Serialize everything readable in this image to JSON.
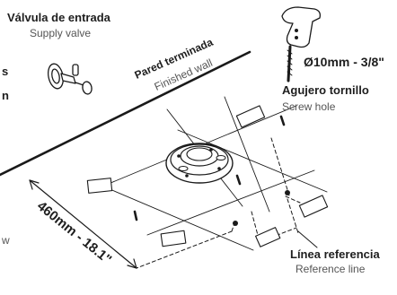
{
  "labels": {
    "supply_valve_es": "Válvula de entrada",
    "supply_valve_en": "Supply valve",
    "finished_wall_es": "Pared terminada",
    "finished_wall_en": "Finished wall",
    "drill_size": "Ø10mm - 3/8\"",
    "screw_hole_es": "Agujero tornillo",
    "screw_hole_en": "Screw hole",
    "reference_line_es": "Línea referencia",
    "reference_line_en": "Reference line",
    "distance": "460mm - 18.1\"",
    "edge_fragment_1": "s",
    "edge_fragment_2": "n",
    "edge_fragment_3": "w"
  }
}
